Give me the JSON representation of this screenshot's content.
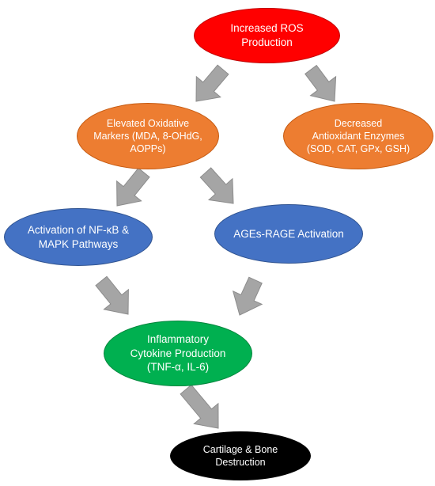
{
  "diagram": {
    "nodes": {
      "ros": {
        "label": "Increased ROS\nProduction",
        "fill": "#ff0000",
        "stroke": "#c00000",
        "text_color": "#ffffff"
      },
      "oxidative": {
        "label": "Elevated Oxidative\nMarkers (MDA, 8-OHdG,\nAOPPs)",
        "fill": "#ed7d31",
        "stroke": "#c55a11",
        "text_color": "#ffffff"
      },
      "antioxidant": {
        "label": "Decreased\nAntioxidant Enzymes\n(SOD, CAT, GPx, GSH)",
        "fill": "#ed7d31",
        "stroke": "#c55a11",
        "text_color": "#ffffff"
      },
      "nfkb": {
        "label": "Activation of NF-κB &\nMAPK Pathways",
        "fill": "#4472c4",
        "stroke": "#2f528f",
        "text_color": "#ffffff"
      },
      "ages": {
        "label": "AGEs-RAGE Activation",
        "fill": "#4472c4",
        "stroke": "#2f528f",
        "text_color": "#ffffff"
      },
      "cytokine": {
        "label": "Inflammatory\nCytokine Production\n(TNF-α, IL-6)",
        "fill": "#00b050",
        "stroke": "#00853c",
        "text_color": "#ffffff"
      },
      "destruction": {
        "label": "Cartilage & Bone\nDestruction",
        "fill": "#000000",
        "stroke": "#000000",
        "text_color": "#ffffff"
      }
    },
    "arrow_color": "#a5a5a5",
    "arrow_stroke": "#8c8c8c"
  }
}
